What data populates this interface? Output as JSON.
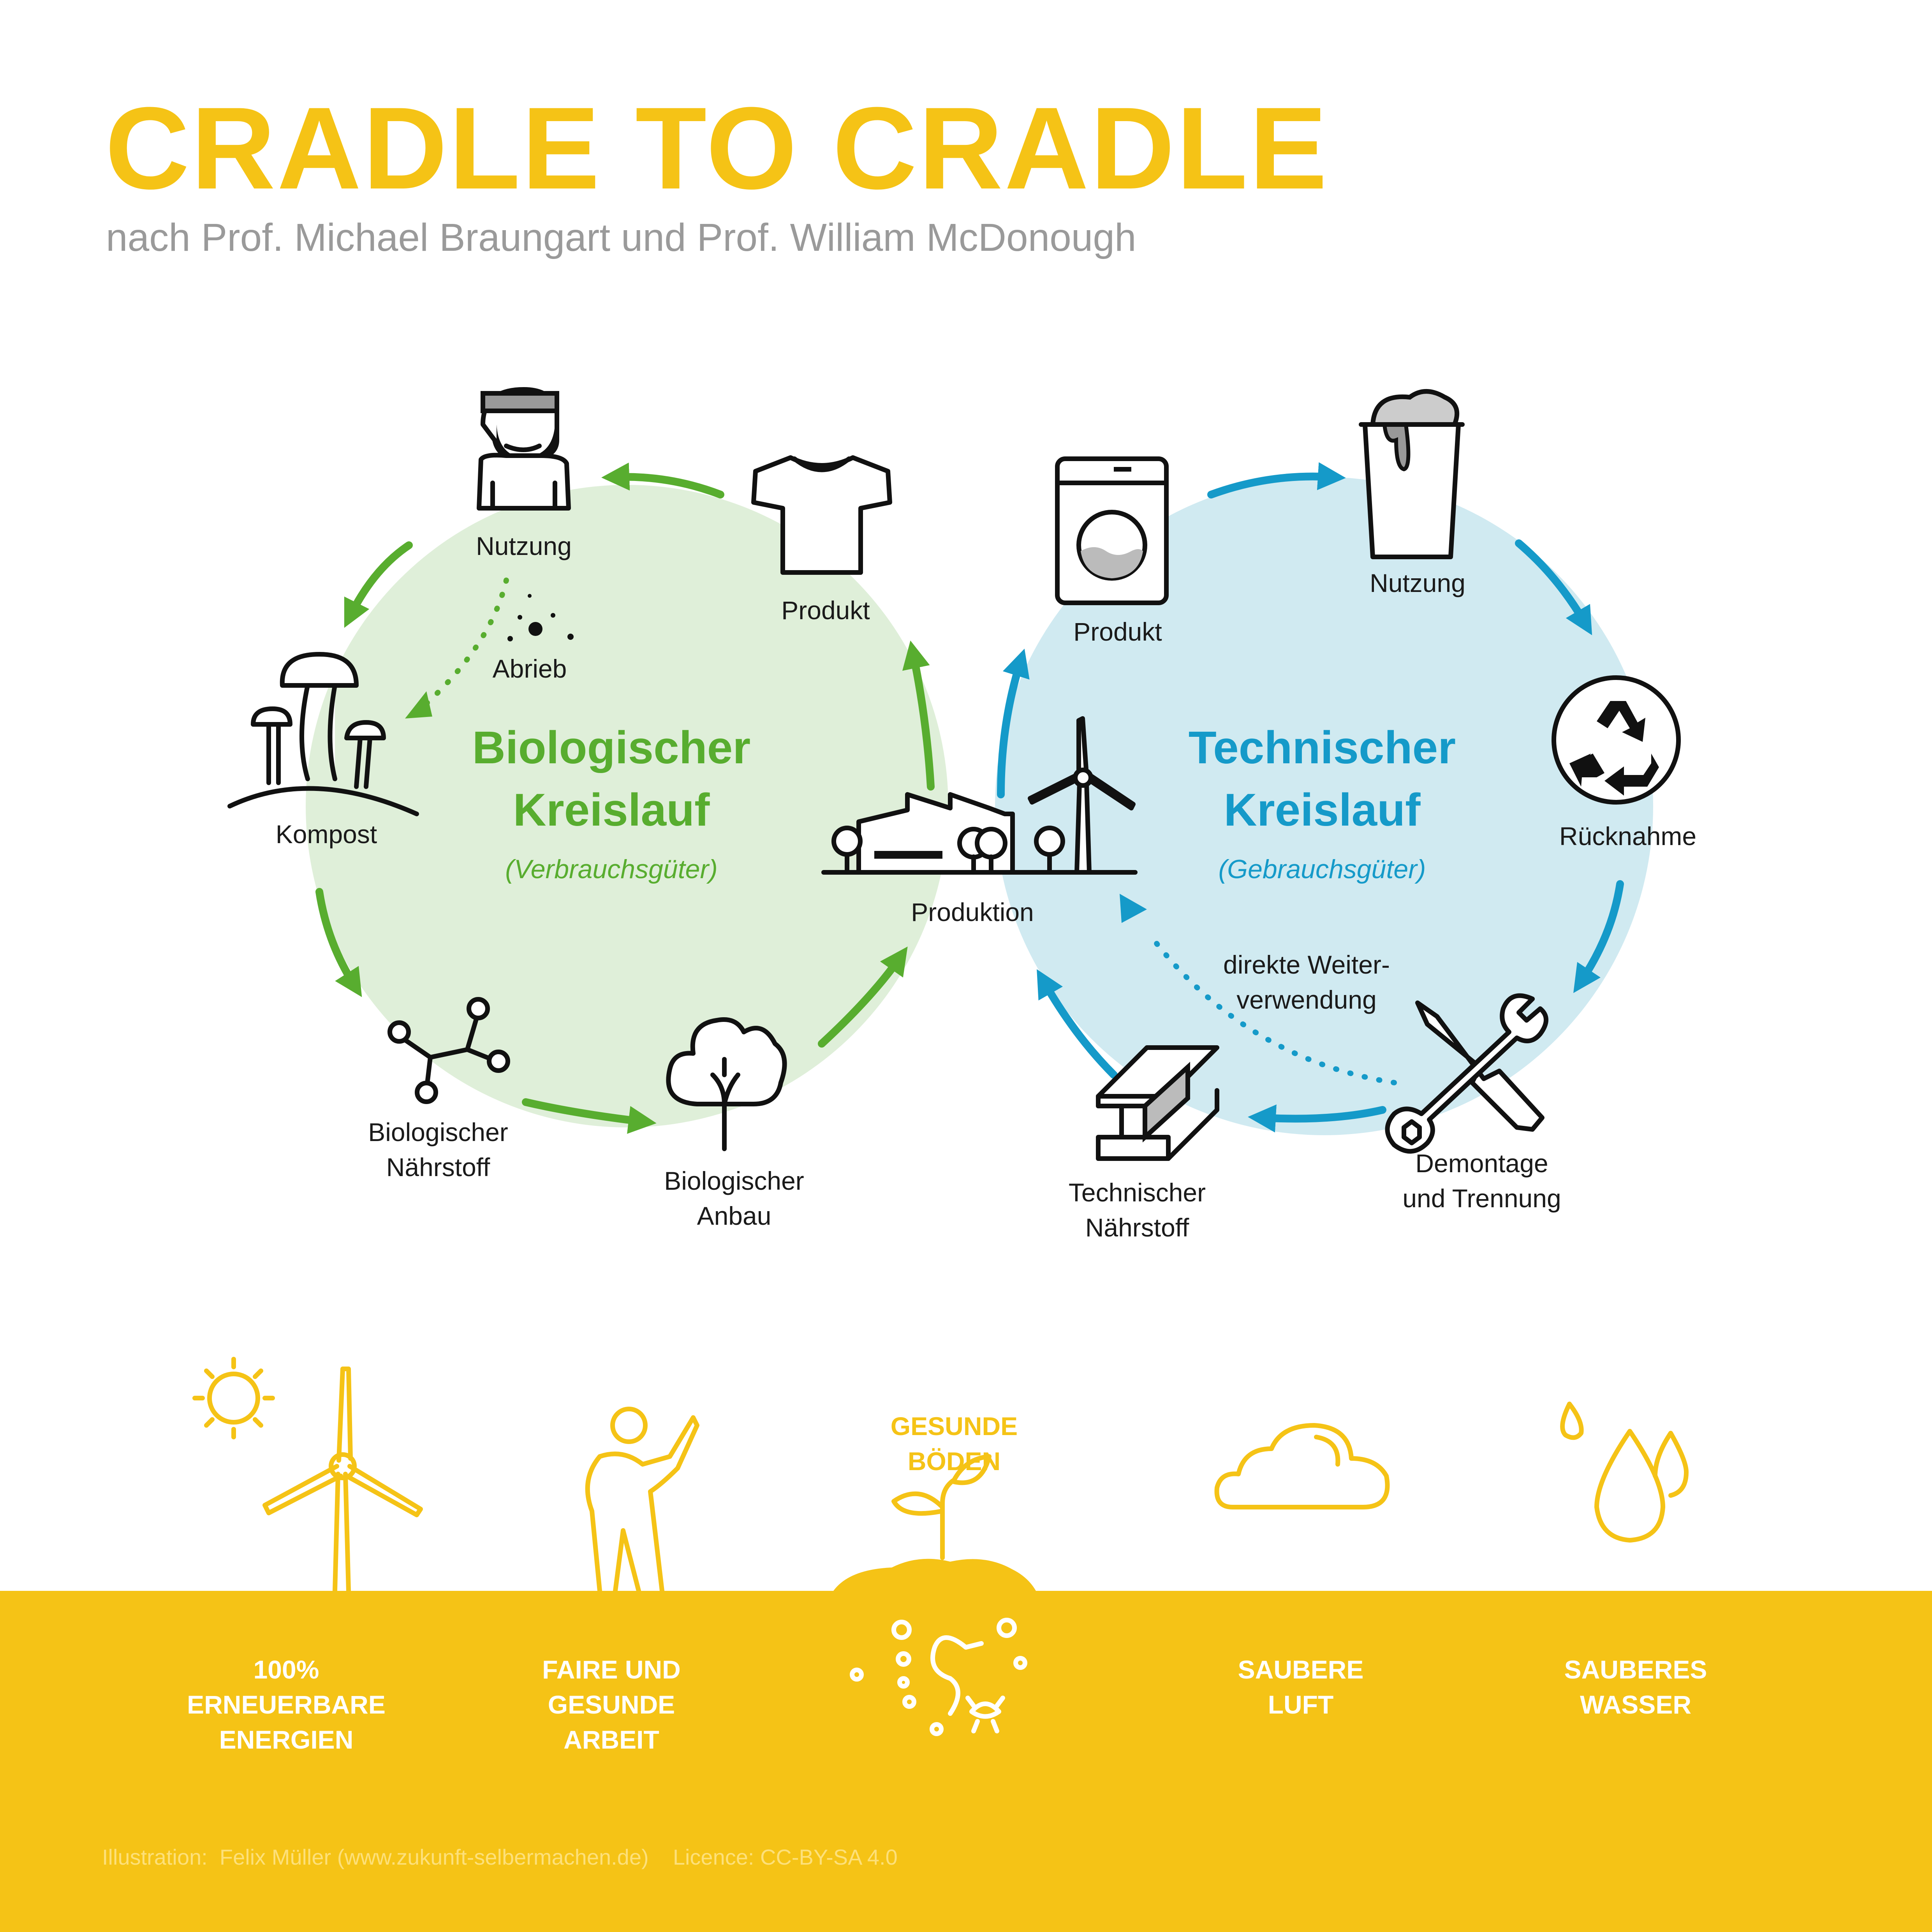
{
  "header": {
    "title": "CRADLE TO CRADLE",
    "subtitle": "nach Prof. Michael Braungart und Prof. William McDonough"
  },
  "colors": {
    "yellow": "#f5c316",
    "bio_green": "#58ad2f",
    "bio_fill": "#dfefd9",
    "tech_blue": "#159ac9",
    "tech_fill": "#d0eaf1"
  },
  "bio_cycle": {
    "title_line1": "Biologischer",
    "title_line2": "Kreislauf",
    "subtitle": "(Verbrauchsgüter)",
    "nodes": {
      "nutzung": "Nutzung",
      "produkt": "Produkt",
      "abrieb": "Abrieb",
      "kompost": "Kompost",
      "naehrstoff_line1": "Biologischer",
      "naehrstoff_line2": "Nährstoff",
      "anbau_line1": "Biologischer",
      "anbau_line2": "Anbau"
    }
  },
  "center": {
    "produktion": "Produktion"
  },
  "tech_cycle": {
    "title_line1": "Technischer",
    "title_line2": "Kreislauf",
    "subtitle": "(Gebrauchsgüter)",
    "nodes": {
      "produkt": "Produkt",
      "nutzung": "Nutzung",
      "ruecknahme": "Rücknahme",
      "demontage_line1": "Demontage",
      "demontage_line2": "und Trennung",
      "naehrstoff_line1": "Technischer",
      "naehrstoff_line2": "Nährstoff",
      "weiter_line1": "direkte Weiter-",
      "weiter_line2": "verwendung"
    }
  },
  "footer": {
    "energy": [
      "100%",
      "ERNEUERBARE",
      "ENERGIEN"
    ],
    "work": [
      "FAIRE UND",
      "GESUNDE",
      "ARBEIT"
    ],
    "soil": [
      "GESUNDE",
      "BÖDEN"
    ],
    "air": [
      "SAUBERE",
      "LUFT"
    ],
    "water": [
      "SAUBERES",
      "WASSER"
    ],
    "credit": "Illustration:  Felix Müller (www.zukunft-selbermachen.de)    Licence: CC-BY-SA 4.0"
  }
}
